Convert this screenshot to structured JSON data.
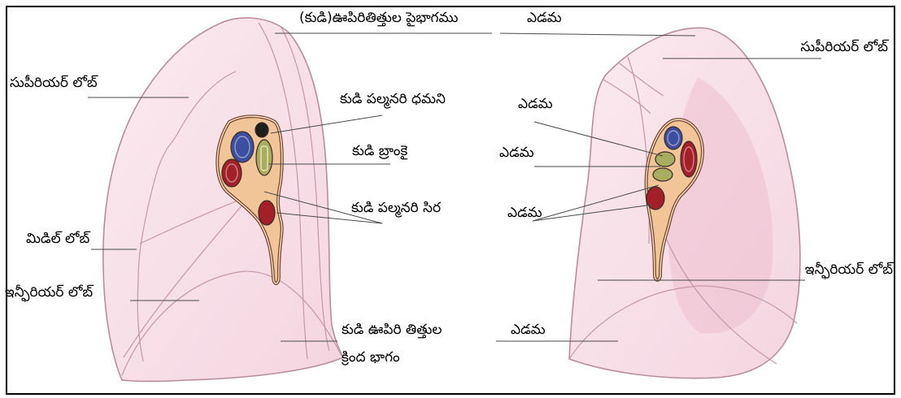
{
  "diagram": {
    "labels": {
      "right_apex": "(కుడి)ఊపిరితిత్తుల పైభాగము",
      "left_apex": "ఎడమ",
      "right_superior_lobe": "సుపీరియర్ లోబ్",
      "left_superior_lobe": "సుపీరియర్ లోబ్",
      "right_pulmonary_artery": "కుడి పల్మనరి ధమని",
      "left_pulmonary_artery": "ఎడమ",
      "right_bronchi": "కుడి బ్రాంకై",
      "left_bronchi": "ఎడమ",
      "right_pulmonary_vein": "కుడి పల్మనరి సిర",
      "left_pulmonary_vein": "ఎడమ",
      "right_middle_lobe": "మిడిల్ లోబ్",
      "right_inferior_lobe": "ఇన్ఫీరియర్ లోబ్",
      "left_inferior_lobe": "ఇన్ఫీరియర్ లోబ్",
      "right_base_line1": "కుడి ఊపిరి తిత్తుల",
      "right_base_line2": "క్రింద భాగం",
      "left_base": "ఎడమ"
    }
  },
  "colors": {
    "frame": "#000000",
    "lung_light": "#fbeaf0",
    "lung_base": "#f4d5e0",
    "lung_shadow": "#eab9ca",
    "lung_outline": "#b98c9e",
    "lobe_line": "#c597a8",
    "hilum_fill": "#f2c598",
    "hilum_border": "#7a4a30",
    "hilum_inner": "#f8e2cc",
    "vessel_blue": "#3c4e9f",
    "vessel_red": "#a32029",
    "bronchus_green": "#a9ad60",
    "vessel_dark": "#1f1f1f",
    "leader": "#4a4a4a"
  }
}
